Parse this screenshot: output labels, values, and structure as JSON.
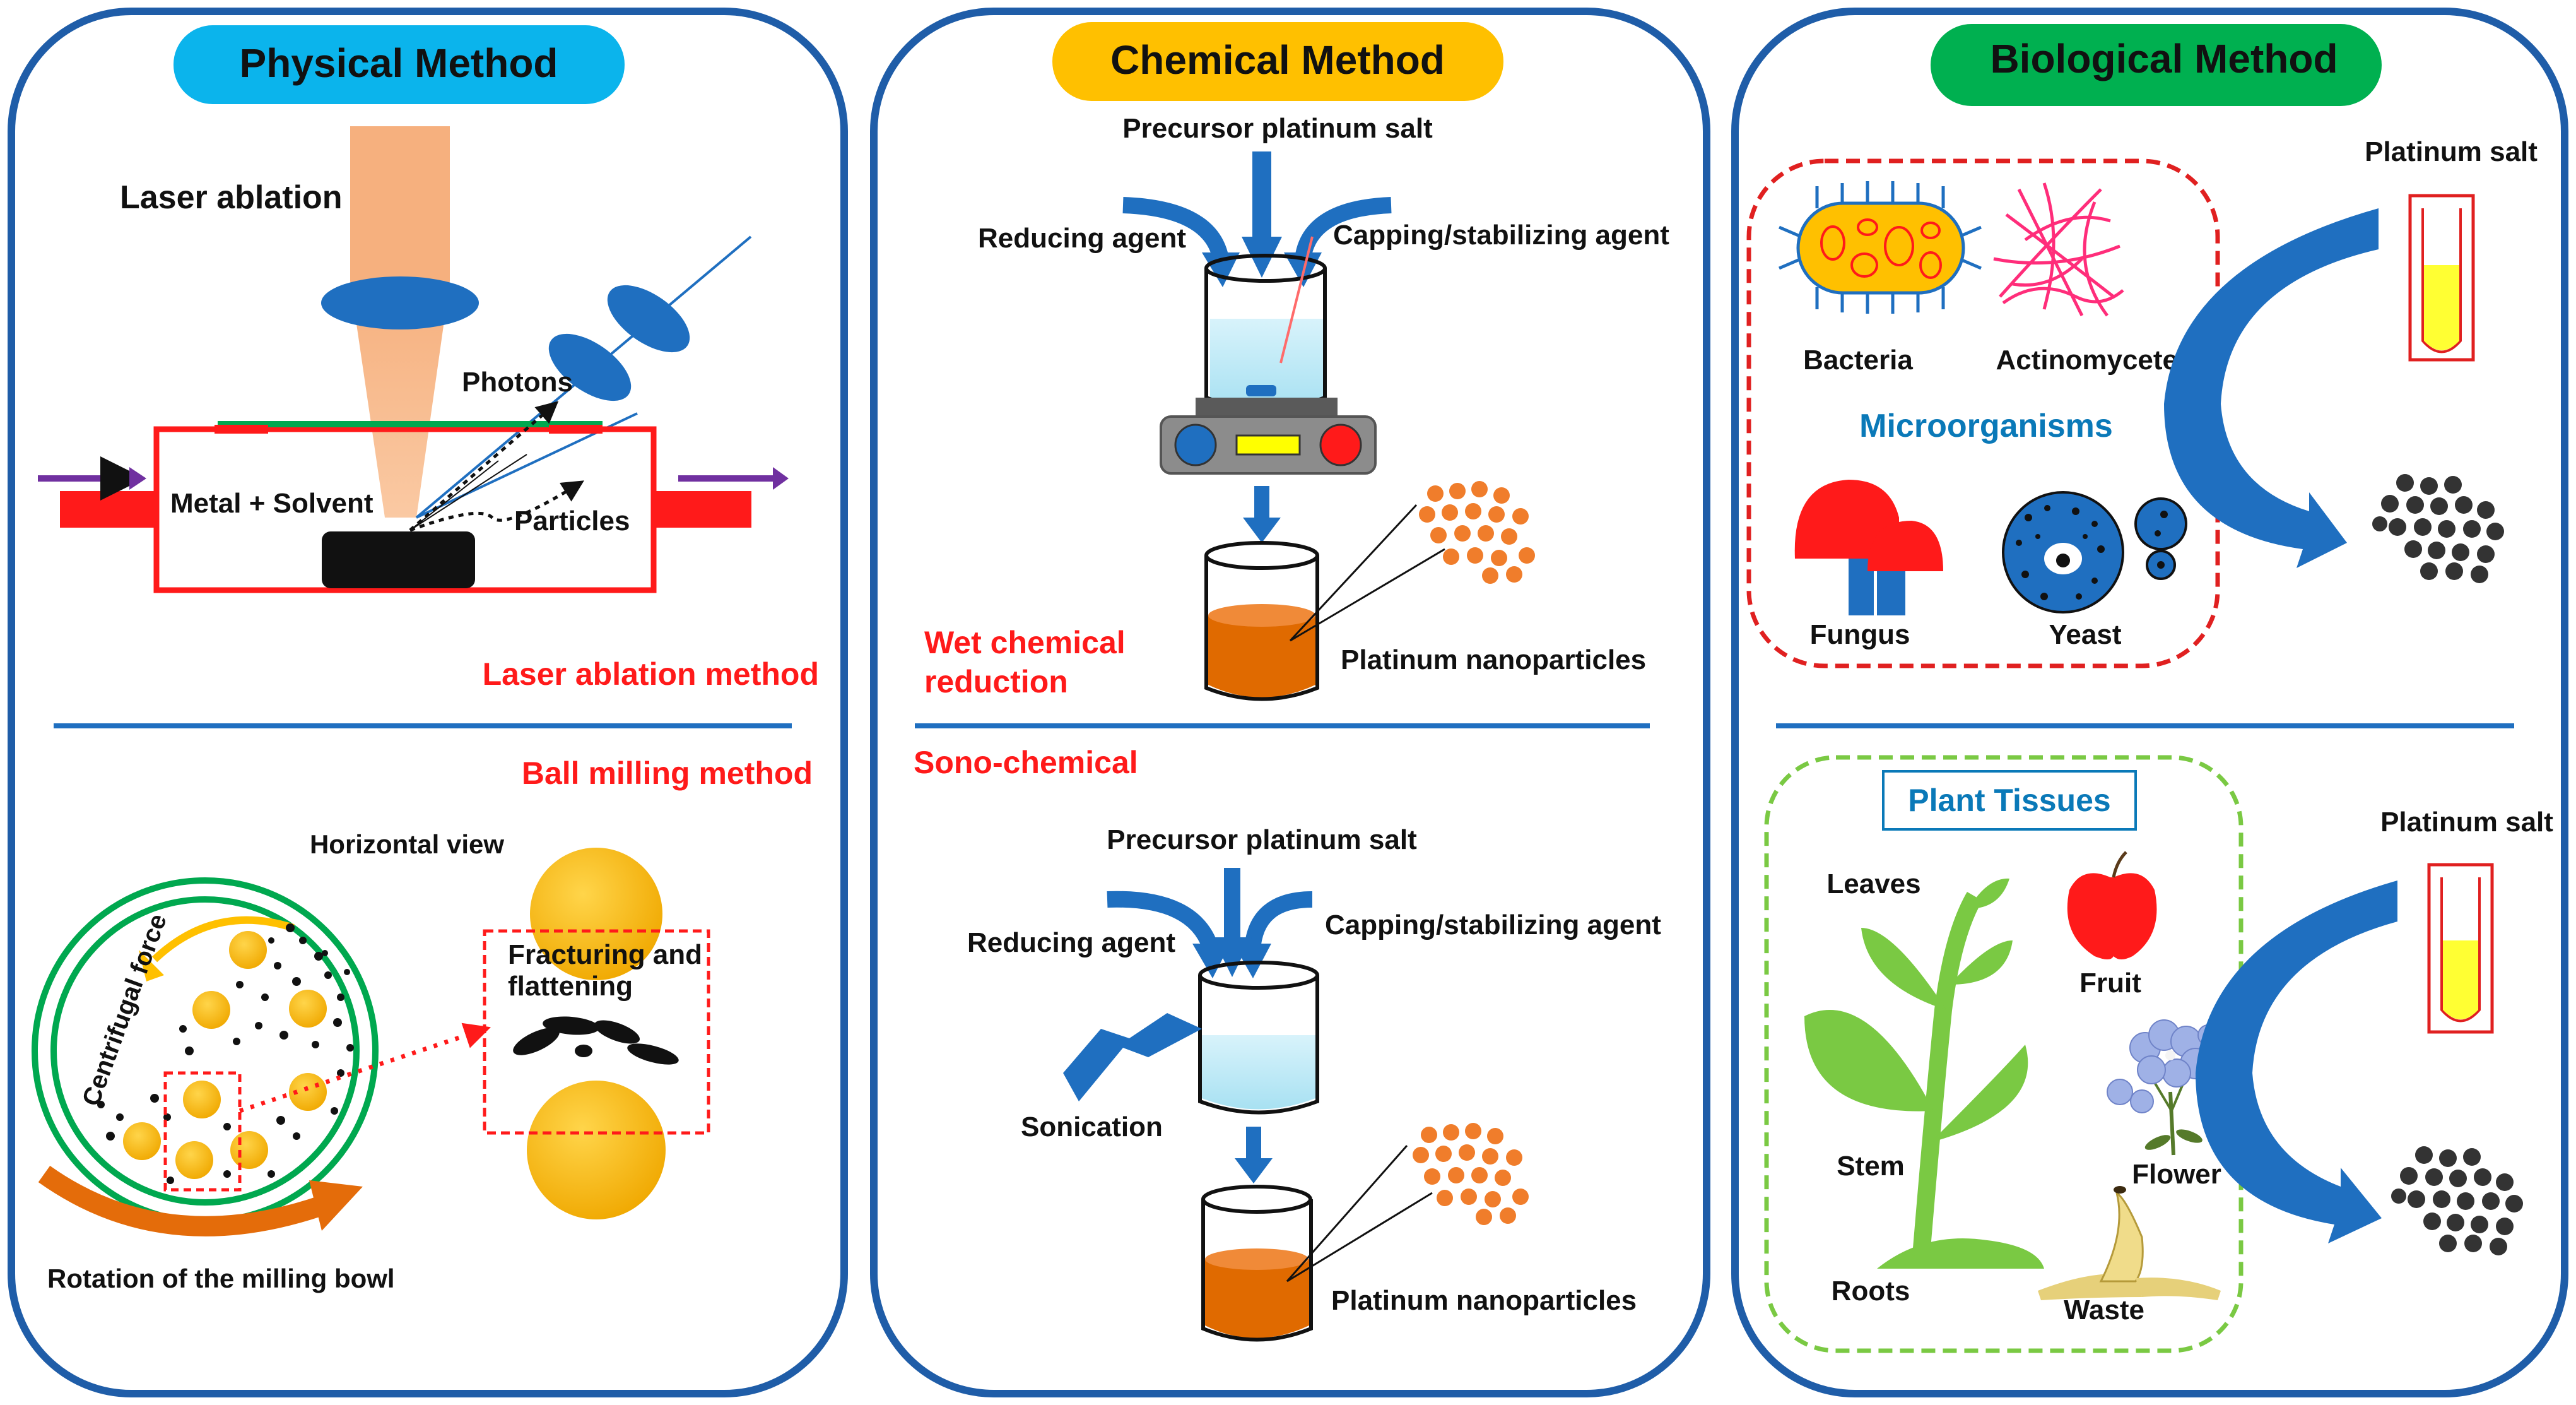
{
  "panels": {
    "physical": {
      "title": "Physical Method",
      "laser": {
        "label": "Laser ablation",
        "photons": "Photons",
        "metal_solvent": "Metal + Solvent",
        "particles": "Particles",
        "method": "Laser ablation method"
      },
      "ball": {
        "method": "Ball milling method",
        "horizontal_view": "Horizontal view",
        "centrifugal": "Centrifugal force",
        "fracturing_1": "Fracturing and",
        "fracturing_2": "flattening",
        "rotation": "Rotation of the milling bowl"
      }
    },
    "chemical": {
      "title": "Chemical Method",
      "wet": {
        "precursor": "Precursor platinum salt",
        "reducing": "Reducing agent",
        "capping": "Capping/stabilizing agent",
        "method_1": "Wet chemical",
        "method_2": "reduction",
        "nanoparticles": "Platinum nanoparticles"
      },
      "sono": {
        "method": "Sono-chemical",
        "precursor": "Precursor platinum salt",
        "reducing": "Reducing agent",
        "capping": "Capping/stabilizing agent",
        "sonication": "Sonication",
        "nanoparticles": "Platinum nanoparticles"
      }
    },
    "biological": {
      "title": "Biological Method",
      "micro": {
        "bacteria": "Bacteria",
        "actinomycetes": "Actinomycetes",
        "group": "Microorganisms",
        "fungus": "Fungus",
        "yeast": "Yeast",
        "salt": "Platinum salt"
      },
      "plant": {
        "group": "Plant Tissues",
        "leaves": "Leaves",
        "fruit": "Fruit",
        "stem": "Stem",
        "flower": "Flower",
        "roots": "Roots",
        "waste": "Waste",
        "salt": "Platinum salt"
      }
    }
  },
  "colors": {
    "panel_border": "#1f5da8",
    "physical_pill": "#0bb4ec",
    "chemical_pill": "#ffc000",
    "biological_pill": "#00b050",
    "label_red": "#ff1a1a",
    "label_blue": "#0a79b8",
    "arrow_blue": "#1f6fc0",
    "nanoparticle_orange": "#f07d2b",
    "ball_yellow": "#ffc000"
  }
}
